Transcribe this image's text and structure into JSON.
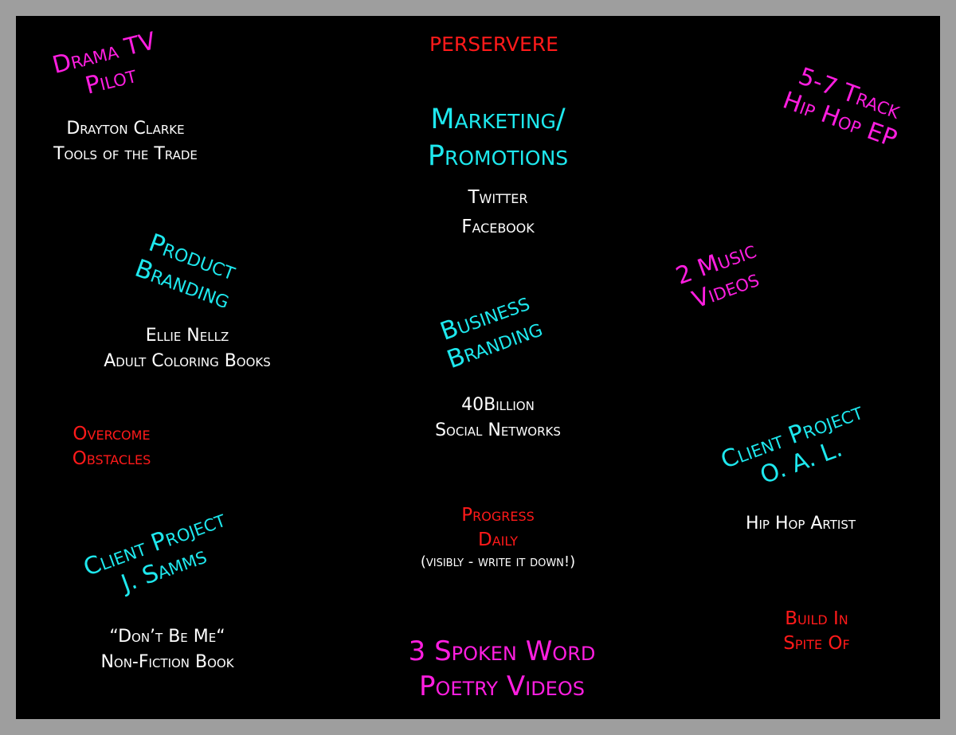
{
  "colors": {
    "background": "#000000",
    "border": "#9e9e9e",
    "pink": "#ff1ee0",
    "cyan": "#1ee8ee",
    "red": "#ff1a1a",
    "white": "#ffffff"
  },
  "items": {
    "persevere": {
      "line1": "PERSERVERE"
    },
    "drama_tv": {
      "line1": "Drama TV",
      "line2": "Pilot"
    },
    "drama_tv_sub": {
      "line1": "Drayton Clarke",
      "line2": "Tools of the Trade"
    },
    "marketing": {
      "line1": "Marketing/",
      "line2": "Promotions"
    },
    "marketing_sub": {
      "line1": "Twitter",
      "line2": "Facebook"
    },
    "hiphop_ep": {
      "line1": "5-7 Track",
      "line2": "Hip Hop EP"
    },
    "product_branding": {
      "line1": "Product",
      "line2": "Branding"
    },
    "product_sub": {
      "line1": "Ellie Nellz",
      "line2": "Adult Coloring Books"
    },
    "music_videos": {
      "line1": "2 Music",
      "line2": "Videos"
    },
    "business_branding": {
      "line1": "Business",
      "line2": "Branding"
    },
    "business_sub": {
      "line1": "40Billion",
      "line2": "Social Networks"
    },
    "overcome": {
      "line1": "Overcome",
      "line2": "Obstacles"
    },
    "client_oal": {
      "line1": "Client Project",
      "line2": "O. A. L."
    },
    "client_oal_sub": {
      "line1": "Hip Hop Artist"
    },
    "progress": {
      "line1": "Progress",
      "line2": "Daily",
      "line3": "(visibly - write it down!)"
    },
    "client_samms": {
      "line1": "Client Project",
      "line2": "J. Samms"
    },
    "client_samms_sub": {
      "line1": "“Don’t Be Me“",
      "line2": "Non-Fiction Book"
    },
    "build": {
      "line1": "Build In",
      "line2": "Spite Of"
    },
    "spoken_word": {
      "line1": "3 Spoken Word",
      "line2": "Poetry Videos"
    }
  }
}
